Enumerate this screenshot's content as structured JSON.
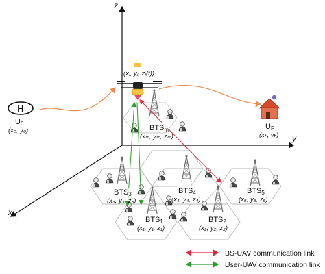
{
  "axes": {
    "z": "z",
    "x": "x",
    "y": "y"
  },
  "start": {
    "icon": "helipad-icon",
    "label": "U",
    "label_sub": "0",
    "coord": "(x₀, y₀)"
  },
  "uav": {
    "icon": "drone-icon",
    "coord": "(xⱼ, yⱼ, zⱼ(t))"
  },
  "destination": {
    "icon": "house-icon",
    "label": "U",
    "label_sub": "F",
    "coord": "(xғ, yғ)"
  },
  "stations": [
    {
      "label": "BTS",
      "sub": "m",
      "coord": "(xₘ, yₘ, zₘ)"
    },
    {
      "label": "BTS",
      "sub": "3",
      "coord": "(x₃, y₃, z₃)"
    },
    {
      "label": "BTS",
      "sub": "4",
      "coord": "(x₄, y₄, z₄)"
    },
    {
      "label": "BTS",
      "sub": "5",
      "coord": "(x₅, y₅, z₅)"
    },
    {
      "label": "BTS",
      "sub": "1",
      "coord": "(x₁, y₁, z₁)"
    },
    {
      "label": "BTS",
      "sub": "2",
      "coord": "(x₂, y₂, z₂)"
    }
  ],
  "legend": [
    {
      "label": "BS-UAV communication link",
      "color": "#e0263a"
    },
    {
      "label": "User-UAV communication link",
      "color": "#2aa02a"
    }
  ],
  "colors": {
    "trajectory": "#f08a4b",
    "axis": "#111111",
    "hex_edge": "#b8b8b8",
    "tower": "#6a6a6a",
    "user_body": "#5a5a5a",
    "house_roof": "#d84a2a"
  }
}
